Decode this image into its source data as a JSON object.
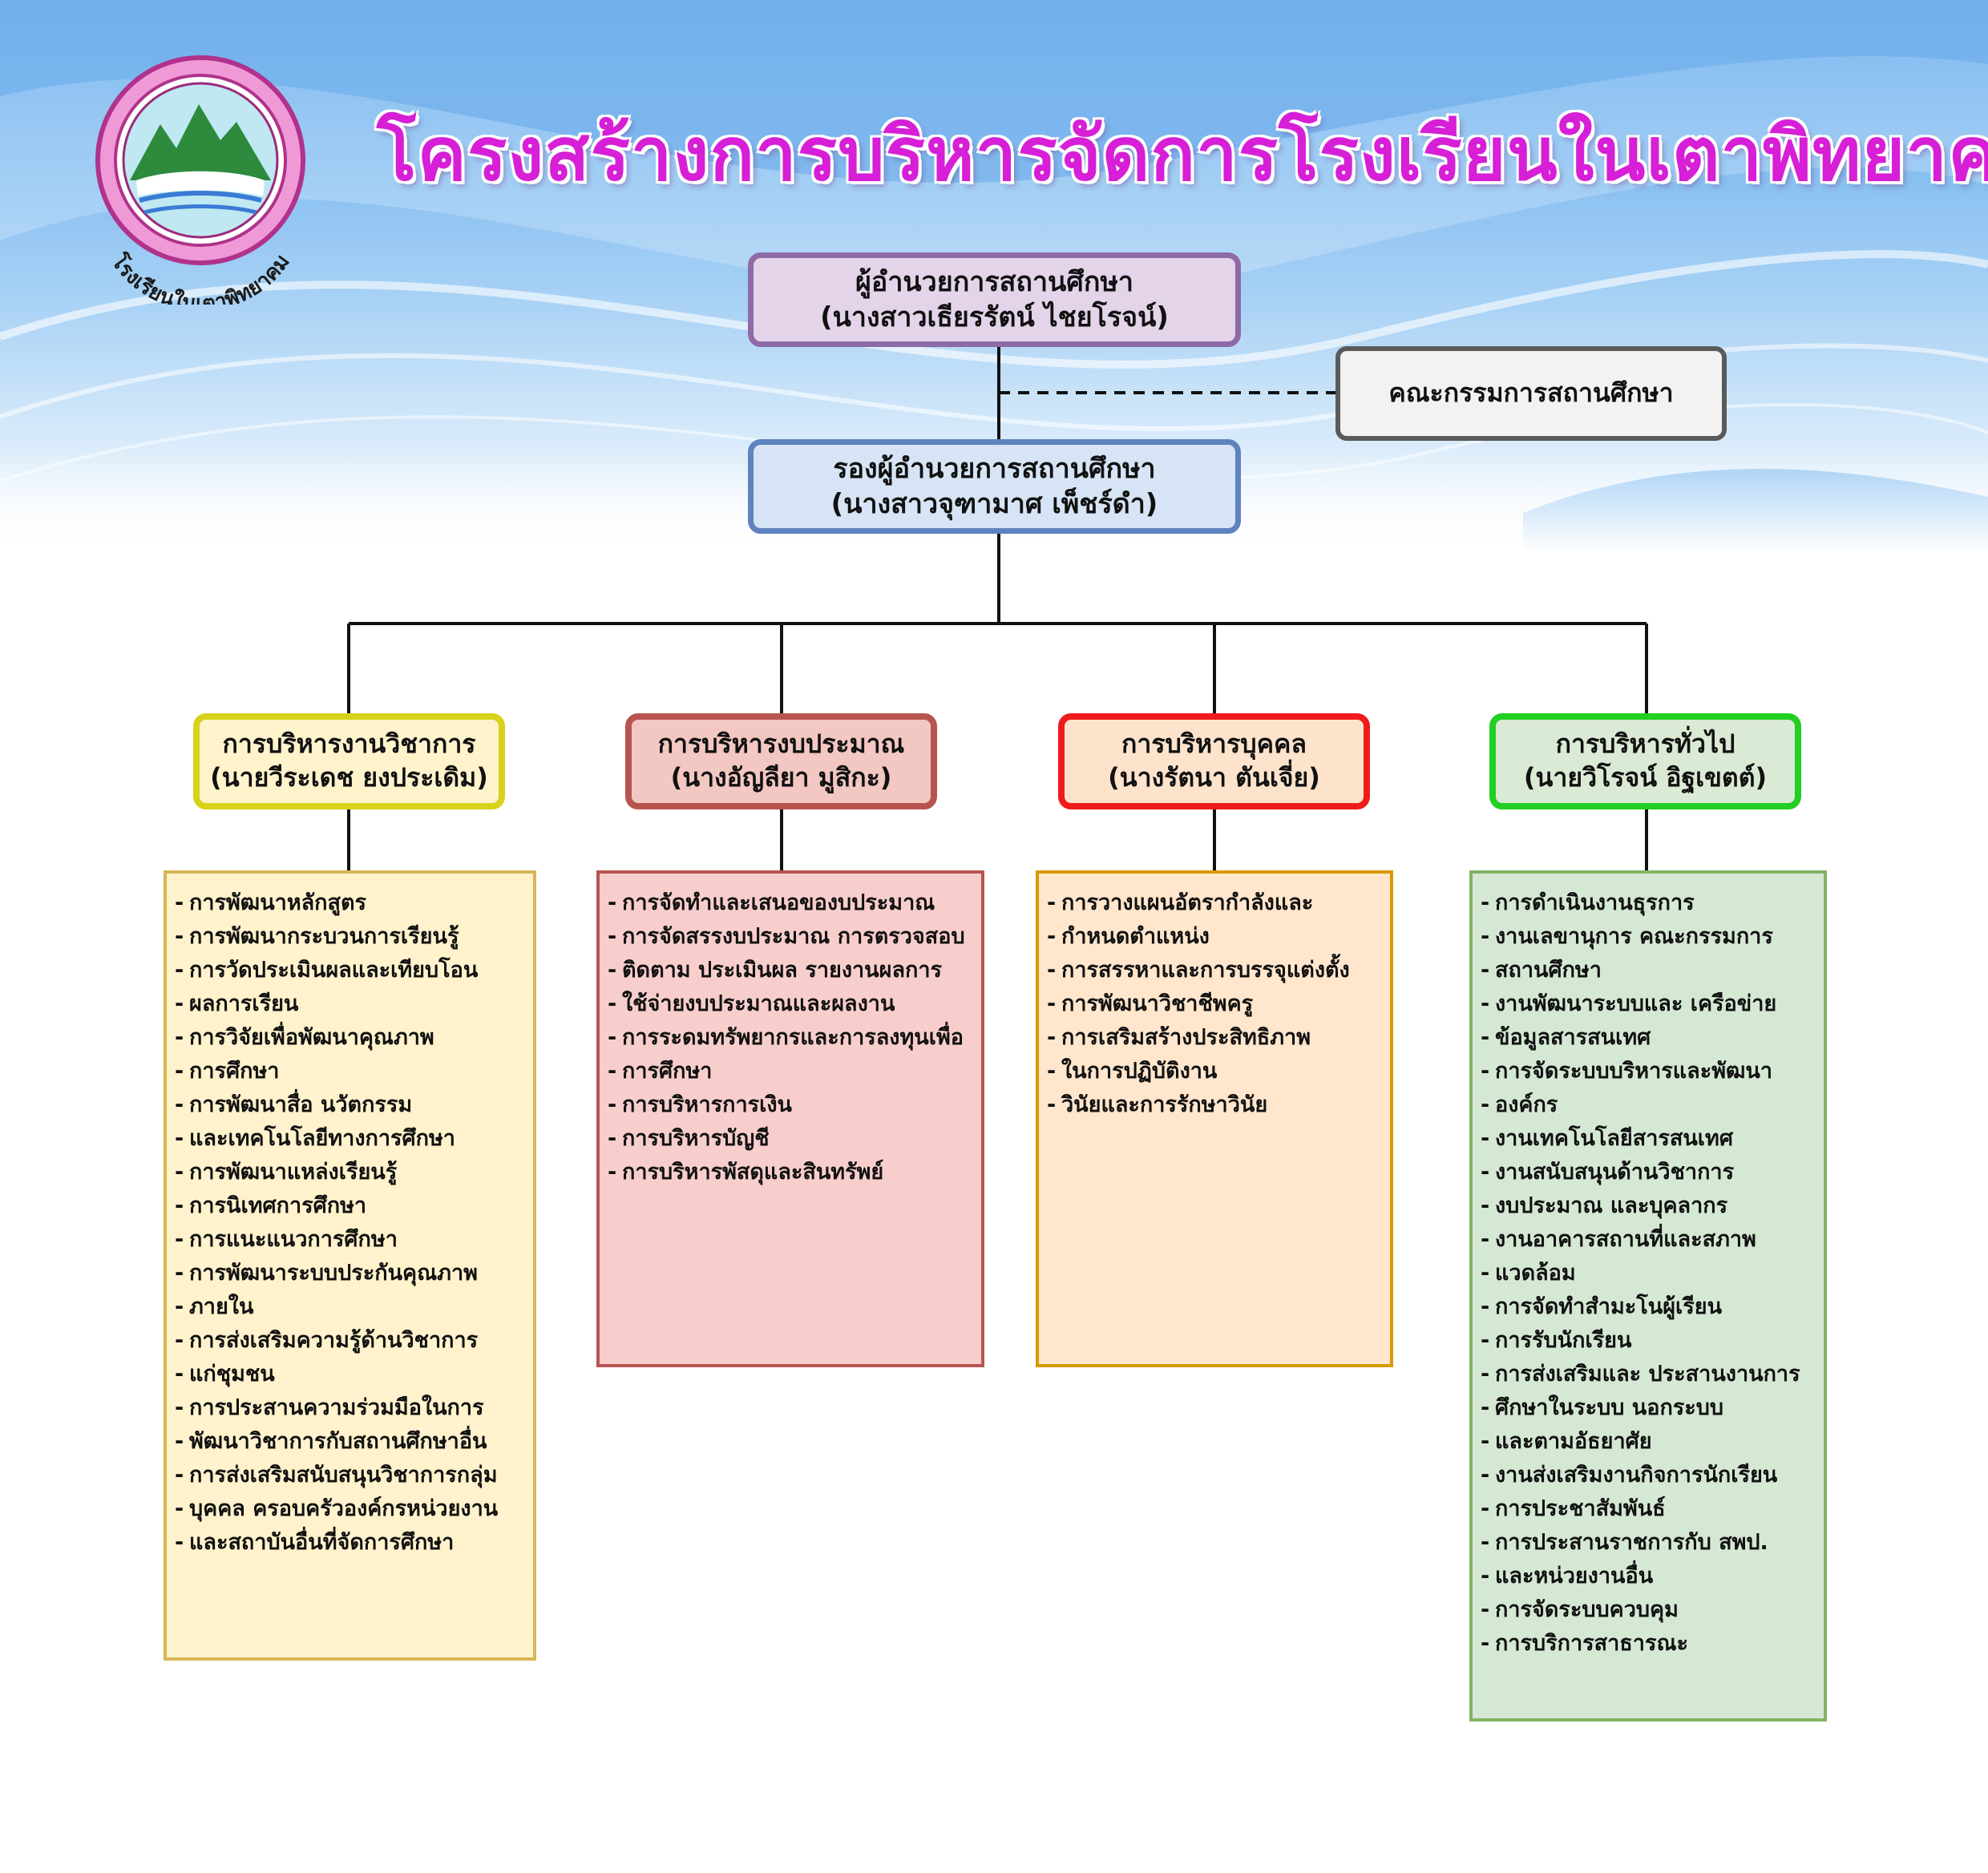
{
  "page": {
    "title": "โครงสร้างการบริหารจัดการโรงเรียนในเตาพิทยาคม",
    "logo_text": "โรงเรียนในเตาพิทยาคม"
  },
  "org": {
    "director": {
      "role": "ผู้อำนวยการสถานศึกษา",
      "name": "(นางสาวเธียรรัตน์  ไชยโรจน์)"
    },
    "committee": {
      "label": "คณะกรรมการสถานศึกษา"
    },
    "deputy": {
      "role": "รองผู้อำนวยการสถานศึกษา",
      "name": "(นางสาวจุฑามาศ  เพ็ชร์ดำ)"
    },
    "departments": [
      {
        "title": "การบริหารงานวิชาการ",
        "head": "(นายวีระเดช  ยงประเดิม)",
        "items": [
          "การพัฒนาหลักสูตร",
          "การพัฒนากระบวนการเรียนรู้",
          "การวัดประเมินผลและเทียบโอน",
          "ผลการเรียน",
          "การวิจัยเพื่อพัฒนาคุณภาพ",
          "การศึกษา",
          "การพัฒนาสื่อ นวัตกรรม",
          "และเทคโนโลยีทางการศึกษา",
          "การพัฒนาแหล่งเรียนรู้",
          "การนิเทศการศึกษา",
          "การแนะแนวการศึกษา",
          "การพัฒนาระบบประกันคุณภาพ",
          "ภายใน",
          "การส่งเสริมความรู้ด้านวิชาการ",
          "แก่ชุมชน",
          "การประสานความร่วมมือในการ",
          "พัฒนาวิชาการกับสถานศึกษาอื่น",
          "การส่งเสริมสนับสนุนวิชาการกลุ่ม",
          "บุคคล ครอบครัวองค์กรหน่วยงาน",
          "และสถาบันอื่นที่จัดการศึกษา"
        ]
      },
      {
        "title": "การบริหารงบประมาณ",
        "head": "(นางอัญลียา มูสิกะ)",
        "items": [
          "การจัดทำและเสนอของบประมาณ",
          "การจัดสรรงบประมาณ การตรวจสอบ",
          "ติดตาม ประเมินผล รายงานผลการ",
          "ใช้จ่ายงบประมาณและผลงาน",
          "การระดมทรัพยากรและการลงทุนเพื่อ",
          "การศึกษา",
          "การบริหารการเงิน",
          "การบริหารบัญชี",
          "การบริหารพัสดุและสินทรัพย์"
        ]
      },
      {
        "title": "การบริหารบุคคล",
        "head": "(นางรัตนา ตันเจี่ย)",
        "items": [
          "การวางแผนอัตรากำลังและ",
          "กำหนดตำแหน่ง",
          "การสรรหาและการบรรจุแต่งตั้ง",
          "การพัฒนาวิชาชีพครู",
          "การเสริมสร้างประสิทธิภาพ",
          "ในการปฏิบัติงาน",
          "วินัยและการรักษาวินัย"
        ]
      },
      {
        "title": "การบริหารทั่วไป",
        "head": "(นายวิโรจน์ อิฐเขตต์)",
        "items": [
          "การดำเนินงานธุรการ",
          "งานเลขานุการ คณะกรรมการ",
          "สถานศึกษา",
          "งานพัฒนาระบบและ เครือข่าย",
          "ข้อมูลสารสนเทศ",
          "การจัดระบบบริหารและพัฒนา",
          "องค์กร",
          "งานเทคโนโลยีสารสนเทศ",
          "งานสนับสนุนด้านวิชาการ",
          "งบประมาณ และบุคลากร",
          "งานอาคารสถานที่และสภาพ",
          "แวดล้อม",
          "การจัดทำสำมะโนผู้เรียน",
          "การรับนักเรียน",
          "การส่งเสริมและ ประสานงานการ",
          "ศึกษาในระบบ นอกระบบ",
          "และตามอัธยาศัย",
          "งานส่งเสริมงานกิจการนักเรียน",
          "การประชาสัมพันธ์",
          "การประสานราชการกับ สพป.",
          "และหน่วยงานอื่น",
          "การจัดระบบควบคุม",
          "การบริการสาธารณะ"
        ]
      }
    ]
  },
  "colors": {
    "title": "#d61fd6",
    "director_fill": "#e4d4ea",
    "director_border": "#8e6aa6",
    "deputy_fill": "#d6e4f5",
    "deputy_border": "#5f83bf",
    "committee_fill": "#f2f2f2",
    "committee_border": "#5a5a5a",
    "academic_border": "#d8d21a",
    "budget_border": "#b85450",
    "personnel_border": "#ef1b1b",
    "general_border": "#22cf22"
  }
}
